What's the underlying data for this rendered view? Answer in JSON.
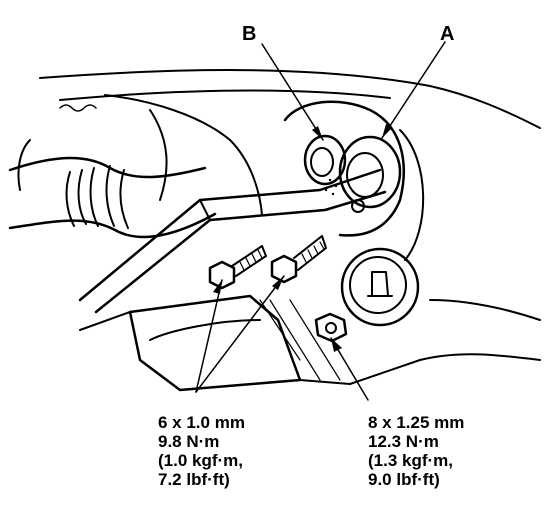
{
  "callouts": {
    "a": "A",
    "b": "B"
  },
  "specs": {
    "left": {
      "size": "6 x 1.0 mm",
      "torque_nm": "9.8 N·m",
      "torque_kgf": "(1.0 kgf·m,",
      "torque_lbf": "7.2 lbf·ft)"
    },
    "right": {
      "size": "8 x 1.25 mm",
      "torque_nm": "12.3 N·m",
      "torque_kgf": "(1.3 kgf·m,",
      "torque_lbf": "9.0 lbf·ft)"
    }
  },
  "colors": {
    "ink": "#000000",
    "paper": "#ffffff"
  }
}
